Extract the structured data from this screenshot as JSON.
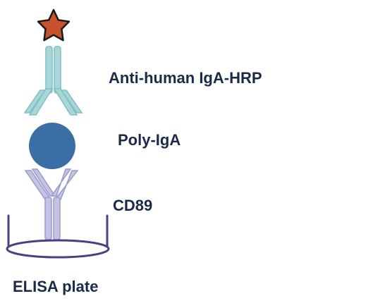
{
  "labels": {
    "antibody": "Anti-human IgA-HRP",
    "polyiga": "Poly-IgA",
    "cd89": "CD89",
    "plate": "ELISA plate"
  },
  "colors": {
    "label_text": "#1b2a4a",
    "star_fill": "#c8522c",
    "star_stroke": "#1a1a1a",
    "antibody_fill": "#a9d6d8",
    "antibody_stroke": "#7fbfc3",
    "polyiga_fill": "#3b6ea5",
    "cd89_fill": "#c3c3e3",
    "cd89_stroke": "#9b9bcb",
    "plate_stroke": "#4a4082"
  },
  "icons": {
    "hrp_label": "star-icon",
    "detection_antibody": "antibody-icon",
    "analyte": "circle-icon",
    "receptor": "receptor-icon",
    "well": "well-icon"
  }
}
